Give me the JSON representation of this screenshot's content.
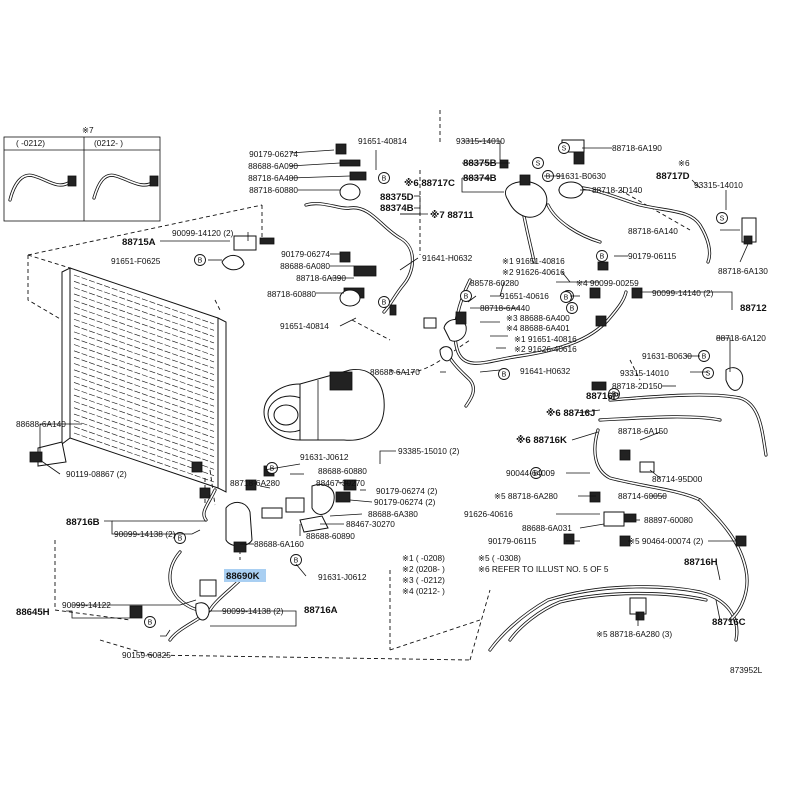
{
  "diagram": {
    "footer_code": "873952L",
    "inset": {
      "marker": "※7",
      "col1": "( -0212)",
      "col2": "(0212- )"
    },
    "notes": {
      "n1": "※1 (    -0208)",
      "n2": "※2 (0208-    )",
      "n3": "※3 (    -0212)",
      "n4": "※4 (0212-    )",
      "n5": "※5 (    -0308)",
      "n6": "※6 REFER TO ILLUST NO. 5 OF 5"
    },
    "highlighted_part": "88690K",
    "labels": {
      "l90179_06274a": "90179-06274",
      "l88688_6a090": "88688-6A090",
      "l88718_6a400": "88718-6A400",
      "l88718_60880a": "88718-60880",
      "l91651_40814a": "91651-40814",
      "l88375d": "88375D",
      "l88374b": "88374B",
      "l88711": "※7 88711",
      "l88715a": "88715A",
      "l90099_14120": "90099-14120 (2)",
      "l91651_f0625": "91651-F0625",
      "l90179_06274b": "90179-06274",
      "l88688_6a080": "88688-6A080",
      "l88718_6a390": "88718-6A390",
      "l88718_60880b": "88718-60880",
      "l91651_40814b": "91651-40814",
      "l91641_h0632a": "91641-H0632",
      "l93315_14010a": "93315-14010",
      "l88375b": "88375B",
      "l88374b2": "88374B",
      "l88717c": "※6 88717C",
      "l88718_6a190": "88718-6A190",
      "l91631_b0630a": "91631-B0630",
      "l88718_2d140": "88718-2D140",
      "l88717d": "※6\n88717D",
      "l88717d_mark": "※6",
      "l88717d_num": "88717D",
      "l93315_14010b": "93315-14010",
      "l88718_6a140a": "88718-6A140",
      "l90179_06115a": "90179-06115",
      "l88718_6a130": "88718-6A130",
      "l91651_40816a": "※1 91651-40816",
      "l91626_40616a": "※2 91626-40616",
      "l88578_60280": "88578-60280",
      "l90099_00259": "※4 90099-00259",
      "l91651_40616": "91651-40616",
      "l90099_14140": "90099-14140 (2)",
      "l88712": "88712",
      "l88718_6a440": "88718-6A440",
      "l88688_6a400": "※3 88688-6A400",
      "l88688_6a401": "※4 88688-6A401",
      "l91651_40816b": "※1 91651-40816",
      "l91626_40616b": "※2 91626-40616",
      "l88688_6a170": "88688-6A170",
      "l91641_h0632b": "91641-H0632",
      "l88718_6a120": "88718-6A120",
      "l91631_b0630b": "91631-B0630",
      "l93315_14010c": "93315-14010",
      "l88718_2d150": "88718-2D150",
      "l88716p": "88716P",
      "l88716j": "※6 88716J",
      "l88688_6a140": "88688-6A140",
      "l90119_08867": "90119-08867 (2)",
      "l88718_6a150": "88718-6A150",
      "l88716k": "※6 88716K",
      "l90044_64009": "90044-64009",
      "l88714_95d00": "88714-95D00",
      "l93385_15010": "93385-15010 (2)",
      "l91631_j0612a": "91631-J0612",
      "l88688_60880": "88688-60880",
      "l88467_30270a": "88467-30270",
      "l88718_6a280a": "88718-6A280",
      "l90179_06274c": "90179-06274 (2)",
      "l90179_06274d": "90179-06274 (2)",
      "l88688_6a380": "88688-6A380",
      "l88467_30270b": "88467-30270",
      "l88688_60890": "88688-60890",
      "l88718_6a280b": "※5 88718-6A280",
      "l88714_60050": "88714-60050",
      "l91626_40616c": "91626-40616",
      "l88688_6a031": "88688-6A031",
      "l88897_60080": "88897-60080",
      "l90179_06115b": "90179-06115",
      "l90464_00074": "※5 90464-00074 (2)",
      "l88716b": "88716B",
      "l90099_14138a": "90099-14138 (2)",
      "l88688_6a160": "88688-6A160",
      "l91631_j0612b": "91631-J0612",
      "l88716h": "88716H",
      "l88645h": "88645H",
      "l90099_14122": "90099-14122",
      "l90099_14138b": "90099-14138 (2)",
      "l88716a": "88716A",
      "l90159_60325": "90159-60325",
      "l88716c": "88716C",
      "l88718_6a280c": "※5 88718-6A280 (3)"
    },
    "callout_letters": {
      "b": "B",
      "s": "S"
    }
  }
}
